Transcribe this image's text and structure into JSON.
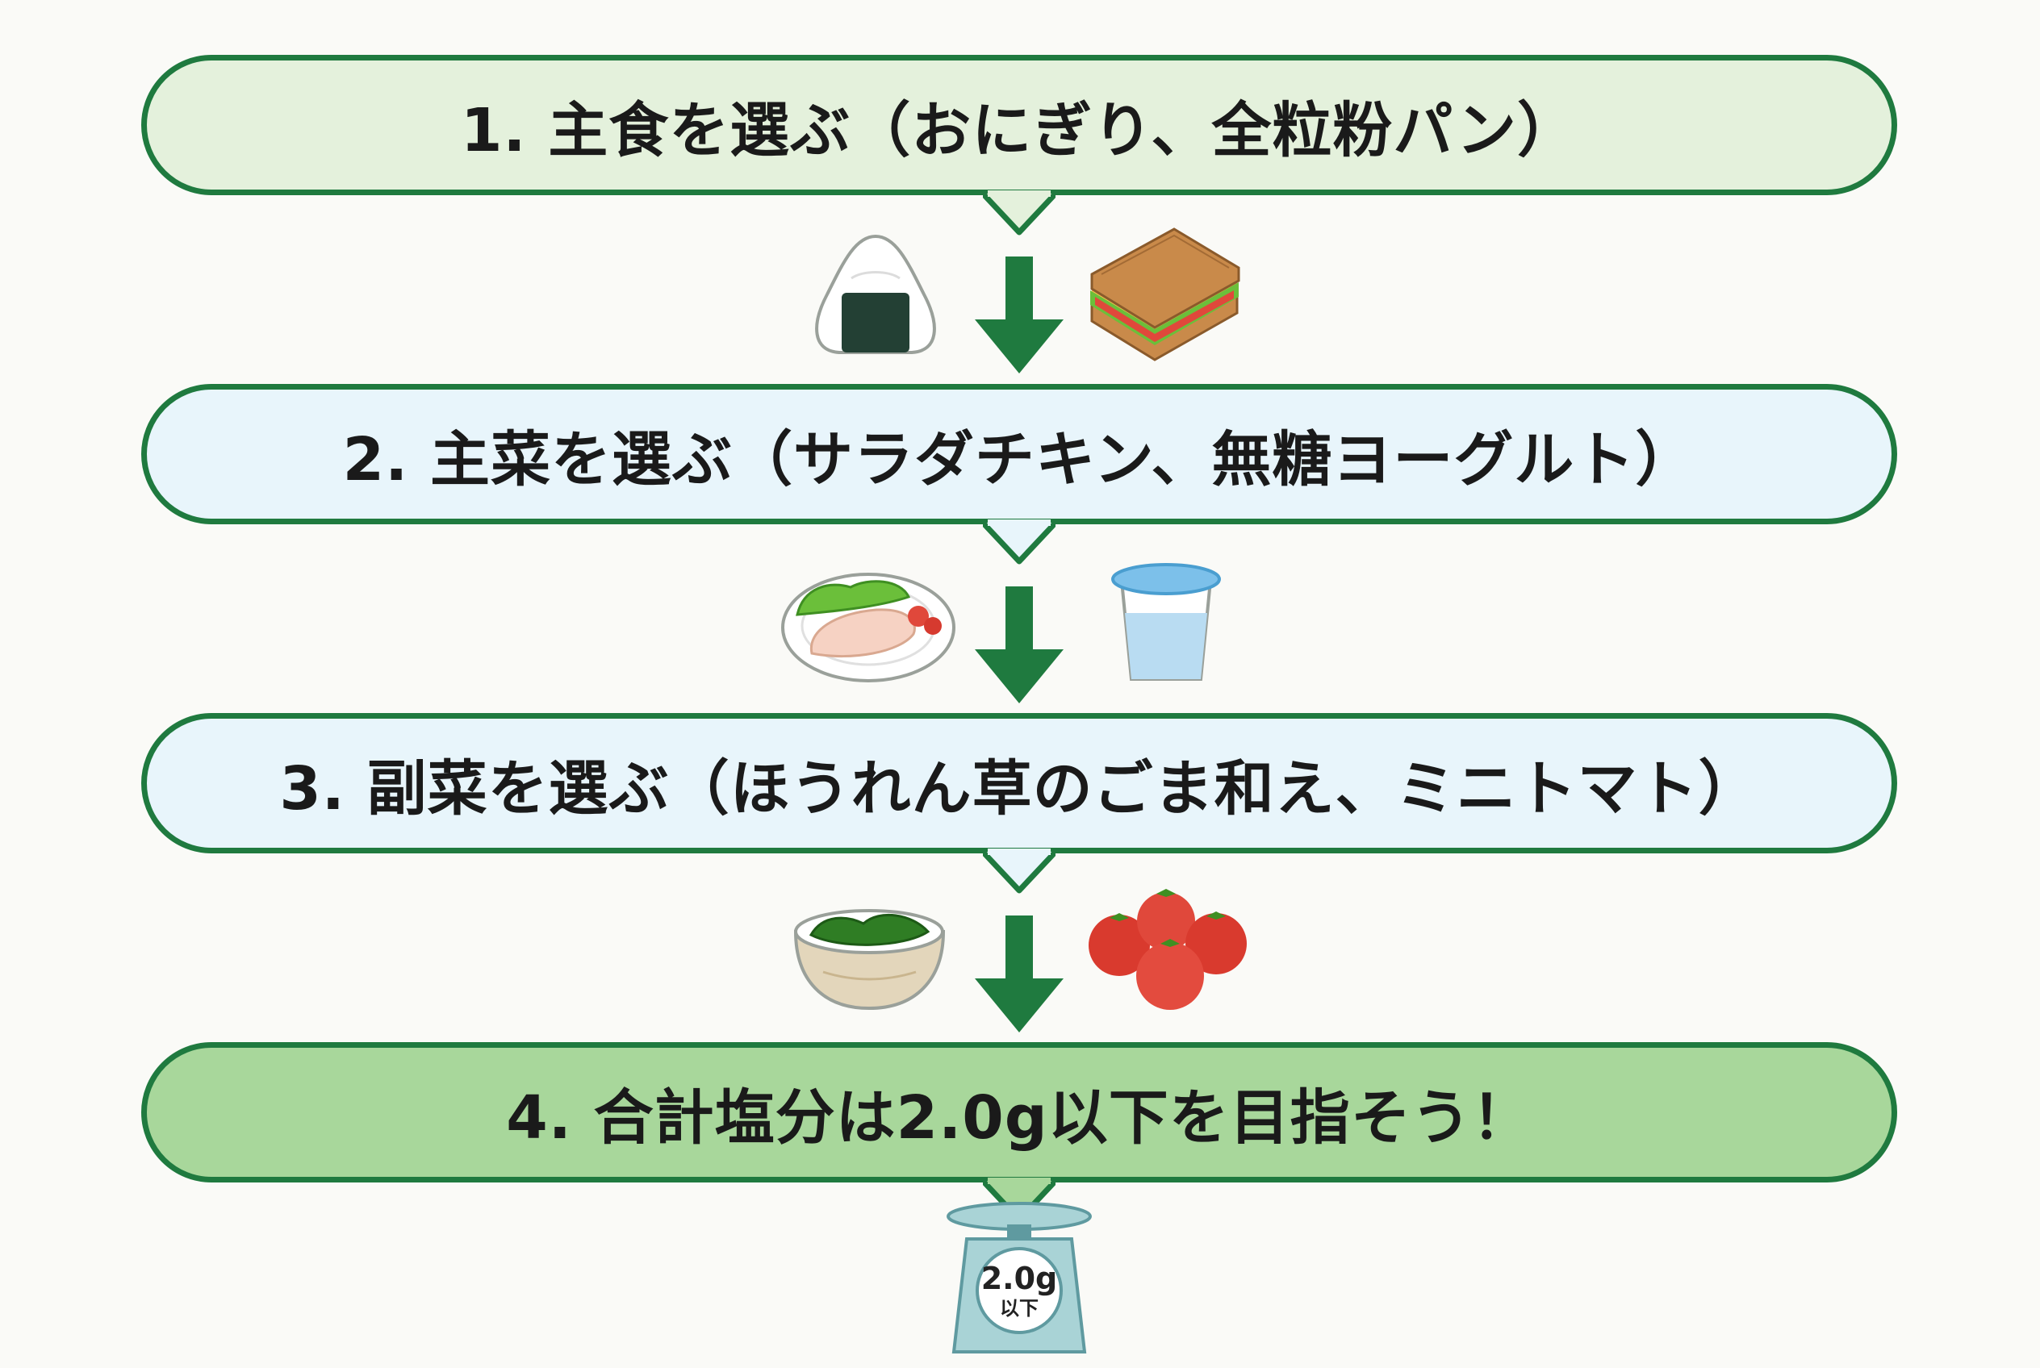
{
  "steps": [
    {
      "label": "1. 主食を選ぶ（おにぎり、全粒粉パン）",
      "bg": "#e4f1dc"
    },
    {
      "label": "2. 主菜を選ぶ（サラダチキン、無糖ヨーグルト）",
      "bg": "#e8f5fb"
    },
    {
      "label": "3. 副菜を選ぶ（ほうれん草のごま和え、ミニトマト）",
      "bg": "#e8f5fb"
    },
    {
      "label": "4. 合計塩分は2.0g以下を目指そう！",
      "bg": "#a8d79b"
    }
  ],
  "scale": {
    "value": "2.0g",
    "sub": "以下"
  },
  "colors": {
    "border": "#1f7a3f",
    "arrow": "#1f7a3f"
  },
  "icons": [
    "onigiri-icon",
    "sandwich-icon",
    "salad-chicken-icon",
    "yogurt-cup-icon",
    "spinach-bowl-icon",
    "cherry-tomatoes-icon",
    "salt-scale-icon"
  ]
}
